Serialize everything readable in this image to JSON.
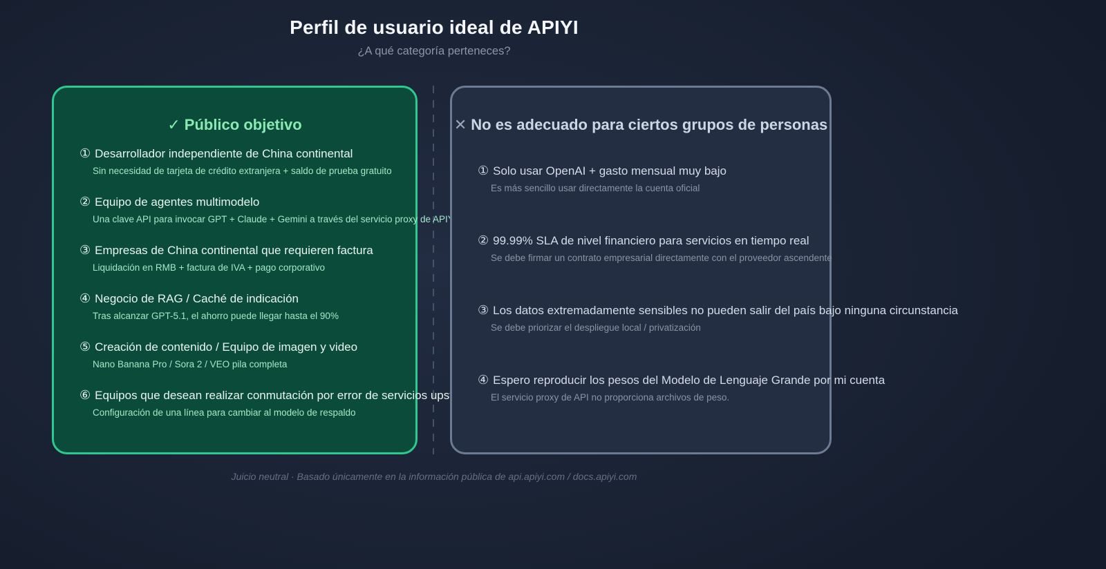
{
  "page": {
    "title": "Perfil de usuario ideal de APIYI",
    "subtitle": "¿A qué categoría perteneces?",
    "footer": "Juicio neutral · Basado únicamente en la información pública de api.apiyi.com / docs.apiyi.com"
  },
  "target_panel": {
    "icon": "✓",
    "title": "Público objetivo",
    "items": [
      {
        "num": "①",
        "title": "Desarrollador independiente de China continental",
        "desc": "Sin necesidad de tarjeta de crédito extranjera + saldo de prueba gratuito"
      },
      {
        "num": "②",
        "title": "Equipo de agentes multimodelo",
        "desc": "Una clave API para invocar GPT + Claude + Gemini a través del servicio proxy de APIYI"
      },
      {
        "num": "③",
        "title": "Empresas de China continental que requieren factura",
        "desc": "Liquidación en RMB + factura de IVA + pago corporativo"
      },
      {
        "num": "④",
        "title": "Negocio de RAG / Caché de indicación",
        "desc": "Tras alcanzar GPT-5.1, el ahorro puede llegar hasta el 90%"
      },
      {
        "num": "⑤",
        "title": "Creación de contenido / Equipo de imagen y video",
        "desc": "Nano Banana Pro / Sora 2 / VEO pila completa"
      },
      {
        "num": "⑥",
        "title": "Equipos que desean realizar conmutación por error de servicios upstream",
        "desc": "Configuración de una línea para cambiar al modelo de respaldo"
      }
    ]
  },
  "not_suitable_panel": {
    "icon": "✕",
    "title": "No es adecuado para ciertos grupos de personas",
    "items": [
      {
        "num": "①",
        "title": "Solo usar OpenAI + gasto mensual muy bajo",
        "desc": "Es más sencillo usar directamente la cuenta oficial"
      },
      {
        "num": "②",
        "title": "99.99% SLA de nivel financiero para servicios en tiempo real",
        "desc": "Se debe firmar un contrato empresarial directamente con el proveedor ascendente"
      },
      {
        "num": "③",
        "title": "Los datos extremadamente sensibles no pueden salir del país bajo ninguna circunstancia",
        "desc": "Se debe priorizar el despliegue local / privatización"
      },
      {
        "num": "④",
        "title": "Espero reproducir los pesos del Modelo de Lenguaje Grande por mi cuenta",
        "desc": "El servicio proxy de API no proporciona archivos de peso."
      }
    ]
  },
  "colors": {
    "background": "#1a2334",
    "accent_green_border": "#2ec98f",
    "panel_green_bg": "#0a4b3a",
    "green_heading": "#8beab3",
    "green_item_text": "#e7f6ee",
    "green_desc_text": "#a5e7c6",
    "panel_gray_bg": "#232e42",
    "panel_gray_border": "#6b7b94",
    "gray_heading": "#ccd7e6",
    "gray_item_text": "#d4dcea",
    "gray_desc_text": "#8a94a6",
    "title_text": "#f4f6f9",
    "subtitle_text": "#8b96aa",
    "footer_text": "#667083"
  }
}
